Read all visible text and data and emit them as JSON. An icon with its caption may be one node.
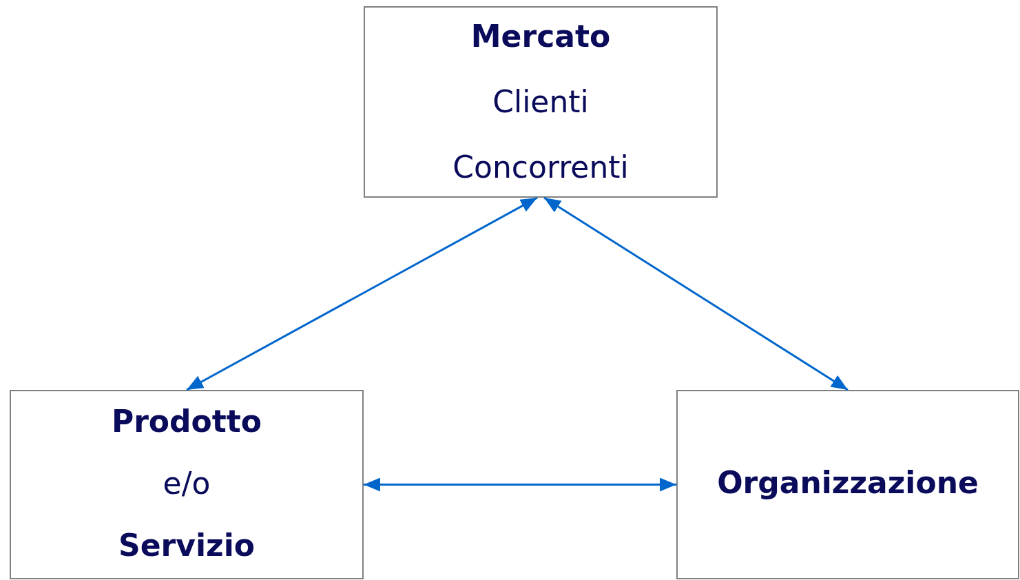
{
  "diagram": {
    "nodes": [
      {
        "text": [
          "Mercato",
          "Clienti",
          "Concorrenti"
        ]
      },
      {
        "text": [
          "Prodotto",
          "e/o",
          "Servizio"
        ]
      },
      {
        "text": [
          "Organizzazione"
        ]
      }
    ],
    "edges": [
      {
        "from": 0,
        "to": 1,
        "arrow": "both"
      },
      {
        "from": 0,
        "to": 2,
        "arrow": "both"
      },
      {
        "from": 1,
        "to": 2,
        "arrow": "both"
      }
    ]
  }
}
